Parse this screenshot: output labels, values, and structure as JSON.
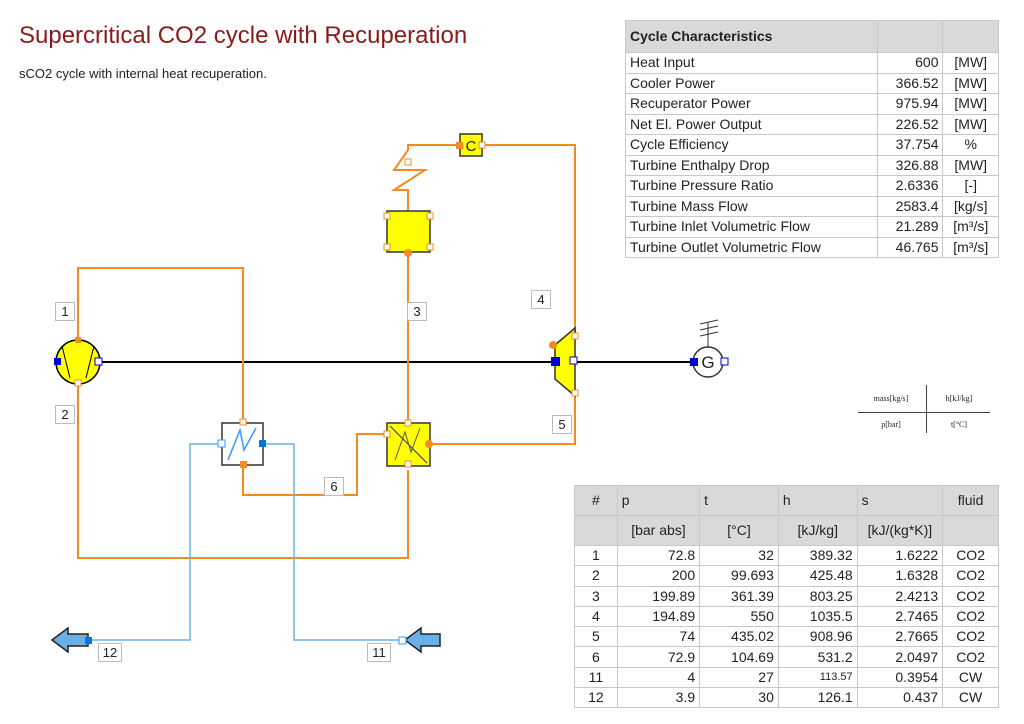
{
  "page": {
    "title": "Supercritical CO2 cycle with Recuperation",
    "subtitle": "sCO2 cycle with internal heat recuperation."
  },
  "stream_labels": [
    "1",
    "2",
    "3",
    "4",
    "5",
    "6",
    "11",
    "12"
  ],
  "legend": {
    "top_left": "mass[kg/s]",
    "top_right": "h[kJ/kg]",
    "bottom_left": "p[bar]",
    "bottom_right": "t[°C]"
  },
  "cycle_characteristics": {
    "header": "Cycle Characteristics",
    "rows": [
      {
        "label": "Heat Input",
        "value": "600",
        "unit": "[MW]"
      },
      {
        "label": "Cooler Power",
        "value": "366.52",
        "unit": "[MW]"
      },
      {
        "label": "Recuperator Power",
        "value": "975.94",
        "unit": "[MW]"
      },
      {
        "label": "Net El. Power Output",
        "value": "226.52",
        "unit": "[MW]"
      },
      {
        "label": "Cycle Efficiency",
        "value": "37.754",
        "unit": "%"
      },
      {
        "label": "Turbine Enthalpy Drop",
        "value": "326.88",
        "unit": "[MW]"
      },
      {
        "label": "Turbine Pressure Ratio",
        "value": "2.6336",
        "unit": "[-]"
      },
      {
        "label": "Turbine Mass Flow",
        "value": "2583.4",
        "unit": "[kg/s]"
      },
      {
        "label": "Turbine Inlet Volumetric Flow",
        "value": "21.289",
        "unit": "[m³/s]"
      },
      {
        "label": "Turbine Outlet Volumetric Flow",
        "value": "46.765",
        "unit": "[m³/s]"
      }
    ]
  },
  "stream_table": {
    "headers": [
      "#",
      "p",
      "t",
      "h",
      "s",
      "fluid"
    ],
    "units": [
      "",
      "[bar abs]",
      "[°C]",
      "[kJ/kg]",
      "[kJ/(kg*K)]",
      ""
    ],
    "rows": [
      {
        "n": "1",
        "p": "72.8",
        "t": "32",
        "h": "389.32",
        "s": "1.6222",
        "fluid": "CO2"
      },
      {
        "n": "2",
        "p": "200",
        "t": "99.693",
        "h": "425.48",
        "s": "1.6328",
        "fluid": "CO2"
      },
      {
        "n": "3",
        "p": "199.89",
        "t": "361.39",
        "h": "803.25",
        "s": "2.4213",
        "fluid": "CO2"
      },
      {
        "n": "4",
        "p": "194.89",
        "t": "550",
        "h": "1035.5",
        "s": "2.7465",
        "fluid": "CO2"
      },
      {
        "n": "5",
        "p": "74",
        "t": "435.02",
        "h": "908.96",
        "s": "2.7665",
        "fluid": "CO2"
      },
      {
        "n": "6",
        "p": "72.9",
        "t": "104.69",
        "h": "531.2",
        "s": "2.0497",
        "fluid": "CO2"
      },
      {
        "n": "11",
        "p": "4",
        "t": "27",
        "h": "113.57",
        "s": "0.3954",
        "fluid": "CW"
      },
      {
        "n": "12",
        "p": "3.9",
        "t": "30",
        "h": "126.1",
        "s": "0.437",
        "fluid": "CW"
      }
    ]
  },
  "components": {
    "combustion_label": "C",
    "generator_label": "G"
  },
  "colors": {
    "co2_line": "#f28c1e",
    "water_line": "#6ab0e6",
    "shaft": "#000000",
    "component_fill": "#ffff00",
    "title": "#8b1a1a"
  }
}
